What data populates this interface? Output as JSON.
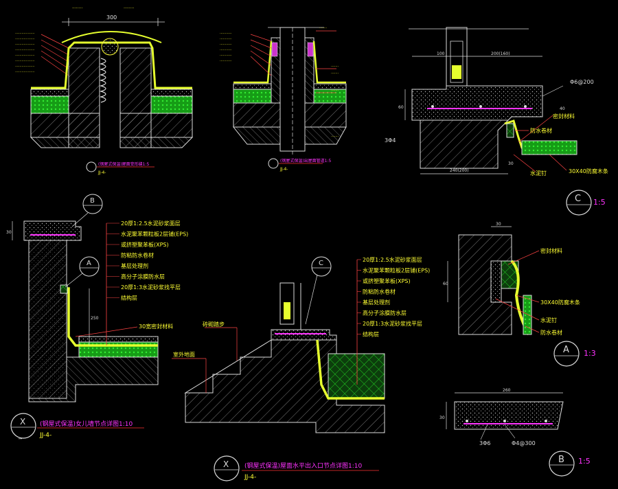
{
  "colors": {
    "background": "#000000",
    "line_white": "#e8e8e8",
    "leader_red": "#ff3b3b",
    "label_yellow": "#ffff33",
    "title_magenta": "#ff33ff",
    "membrane_yellow": "#e6ff2e",
    "insulation_green": "#22cc22",
    "concrete_gray": "#8a8a8a",
    "dim_white": "#d0d0d0"
  },
  "top_left_detail": {
    "dim_top": "300",
    "title": "(钢屋式保温)屋面变形缝1:5",
    "code": "JJ-4-"
  },
  "top_middle_detail": {
    "title": "(钢屋式保温)出屋面管道1:5",
    "code": "JJ-4-"
  },
  "detail_c": {
    "dim_100": "100",
    "dim_200": "200(160)",
    "dim_240": "240(200)",
    "dim_60": "60",
    "dim_40": "40",
    "dim_30": "30",
    "rebar_left": "3Φ4",
    "rebar_right": "Φ6@200",
    "label_1": "防水卷材",
    "label_2": "密封材料",
    "label_3": "水泥钉",
    "label_4": "30X40防腐木条",
    "callout_letter": "C",
    "scale": "1:5"
  },
  "detail_parapet": {
    "callout_b": "B",
    "callout_a": "A",
    "layers": [
      "20厚1:2.5水泥砂浆面层",
      "水泥聚苯颗粒板2层铺(EPS)",
      "或挤塑聚苯板(XPS)",
      "防粘防水卷材",
      "基层处理剂",
      "高分子涂膜防水层",
      "20厚1:3水泥砂浆找平层",
      "结构层"
    ],
    "seal_note": "30宽密封材料",
    "dim_250": "250",
    "dim_30": "30",
    "title_letter": "X",
    "title": "(钢屋式保温)女儿墙节点详图1:10",
    "code": "JJ-4-"
  },
  "detail_entrance": {
    "callout_c": "C",
    "layers": [
      "20厚1:2.5水泥砂浆面层",
      "水泥聚苯颗粒板2层铺(EPS)",
      "或挤塑聚苯板(XPS)",
      "防粘防水卷材",
      "基层处理剂",
      "高分子涂膜防水层",
      "20厚1:3水泥砂浆找平层",
      "结构层"
    ],
    "left_label_1": "砖砌踏步",
    "left_label_2": "室外地面",
    "title_letter": "X",
    "title": "(钢屋式保温)屋面水平出入口节点详图1:10",
    "code": "JJ-4-"
  },
  "detail_a": {
    "dim_30": "30",
    "dim_60": "60",
    "label_1": "密封材料",
    "label_2": "30X40防腐木条",
    "label_3": "水泥钉",
    "label_4": "防水卷材",
    "callout_letter": "A",
    "scale": "1:3"
  },
  "detail_b": {
    "dim_260": "260",
    "dim_30": "30",
    "rebar_left": "3Φ6",
    "rebar_right": "Φ4@300",
    "callout_letter": "B",
    "scale": "1:5"
  }
}
